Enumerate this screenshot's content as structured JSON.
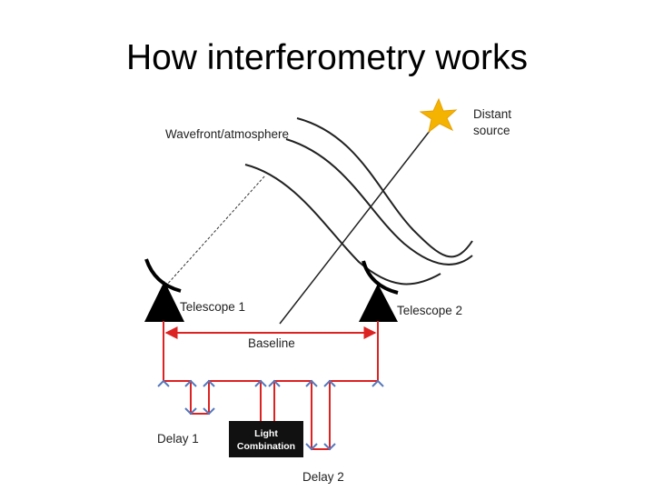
{
  "title": "How interferometry works",
  "labels": {
    "wavefront": "Wavefront/atmosphere",
    "source_line1": "Distant",
    "source_line2": "source",
    "telescope1": "Telescope 1",
    "telescope2": "Telescope 2",
    "baseline": "Baseline",
    "delay1": "Delay 1",
    "delay2": "Delay 2",
    "combination_line1": "Light",
    "combination_line2": "Combination"
  },
  "colors": {
    "beam": "#dd2222",
    "star": "#f5b301",
    "arrowhead": "#5577bb",
    "telescope": "#000000"
  },
  "icons": {
    "source": "star-icon",
    "telescope": "dish-telescope-icon"
  }
}
